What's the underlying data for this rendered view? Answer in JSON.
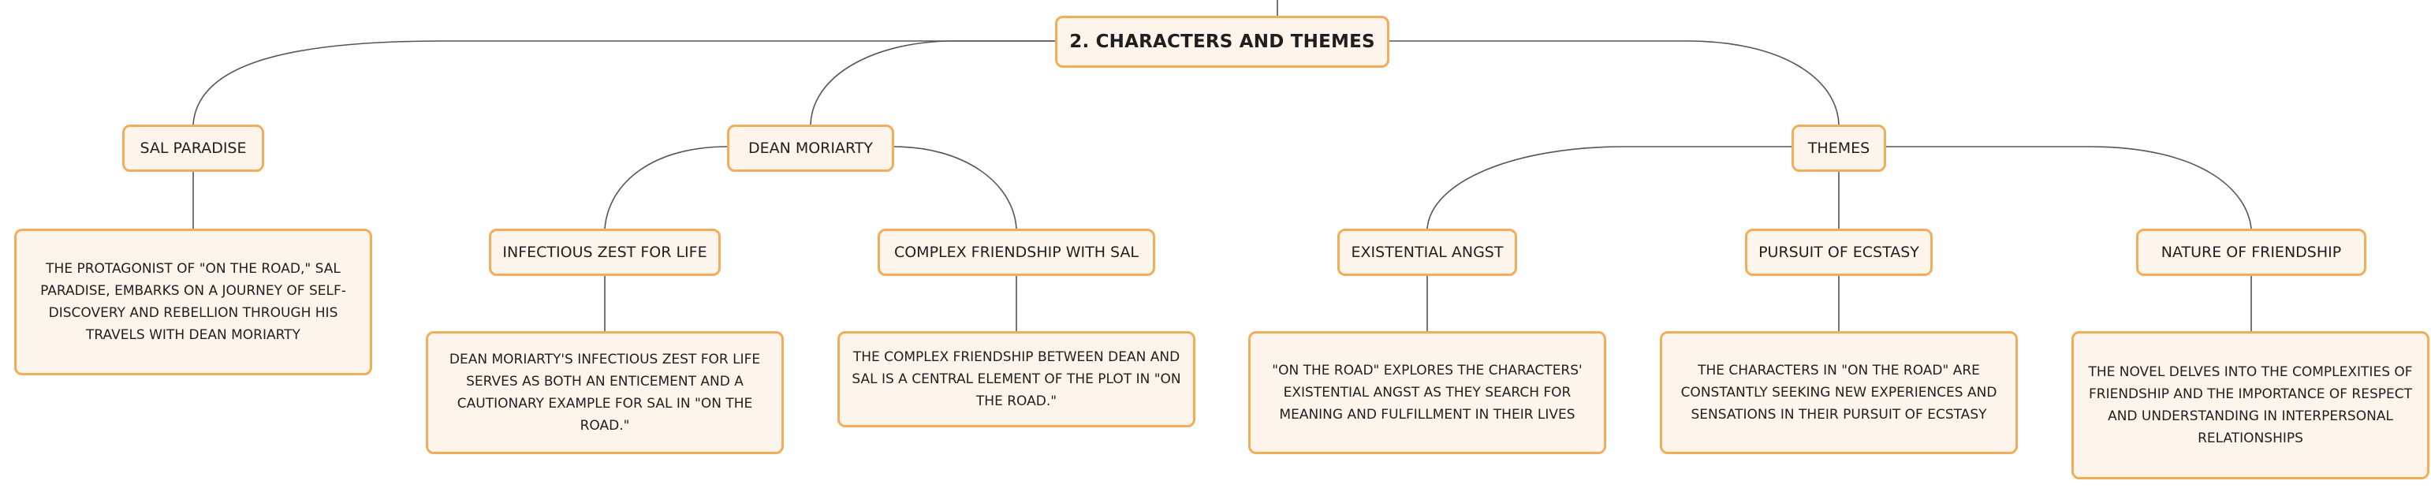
{
  "diagram": {
    "root": "2. CHARACTERS AND THEMES",
    "branches": {
      "sal": {
        "label": "SAL PARADISE",
        "description": "THE PROTAGONIST OF \"ON THE ROAD,\" SAL PARADISE, EMBARKS ON A JOURNEY OF SELF-DISCOVERY AND REBELLION THROUGH HIS TRAVELS WITH DEAN MORIARTY"
      },
      "dean": {
        "label": "DEAN MORIARTY",
        "children": {
          "zest": {
            "label": "INFECTIOUS ZEST FOR LIFE",
            "description": "DEAN MORIARTY'S INFECTIOUS ZEST FOR LIFE SERVES AS BOTH AN ENTICEMENT AND A CAUTIONARY EXAMPLE FOR SAL IN \"ON THE ROAD.\""
          },
          "friendship": {
            "label": "COMPLEX FRIENDSHIP WITH SAL",
            "description": "THE COMPLEX FRIENDSHIP BETWEEN DEAN AND SAL IS A CENTRAL ELEMENT OF THE PLOT IN \"ON THE ROAD.\""
          }
        }
      },
      "themes": {
        "label": "THEMES",
        "children": {
          "angst": {
            "label": "EXISTENTIAL ANGST",
            "description": "\"ON THE ROAD\" EXPLORES THE CHARACTERS' EXISTENTIAL ANGST AS THEY SEARCH FOR MEANING AND FULFILLMENT IN THEIR LIVES"
          },
          "ecstasy": {
            "label": "PURSUIT OF ECSTASY",
            "description": "THE CHARACTERS IN \"ON THE ROAD\" ARE CONSTANTLY SEEKING NEW EXPERIENCES AND SENSATIONS IN THEIR PURSUIT OF ECSTASY"
          },
          "nature": {
            "label": "NATURE OF FRIENDSHIP",
            "description": "THE NOVEL DELVES INTO THE COMPLEXITIES OF FRIENDSHIP AND THE IMPORTANCE OF RESPECT AND UNDERSTANDING IN INTERPERSONAL RELATIONSHIPS"
          }
        }
      }
    }
  },
  "colors": {
    "node_border": "#f2ad5a",
    "node_fill": "#fdf4ec",
    "connector": "#555555",
    "text": "#1f1f1f"
  }
}
